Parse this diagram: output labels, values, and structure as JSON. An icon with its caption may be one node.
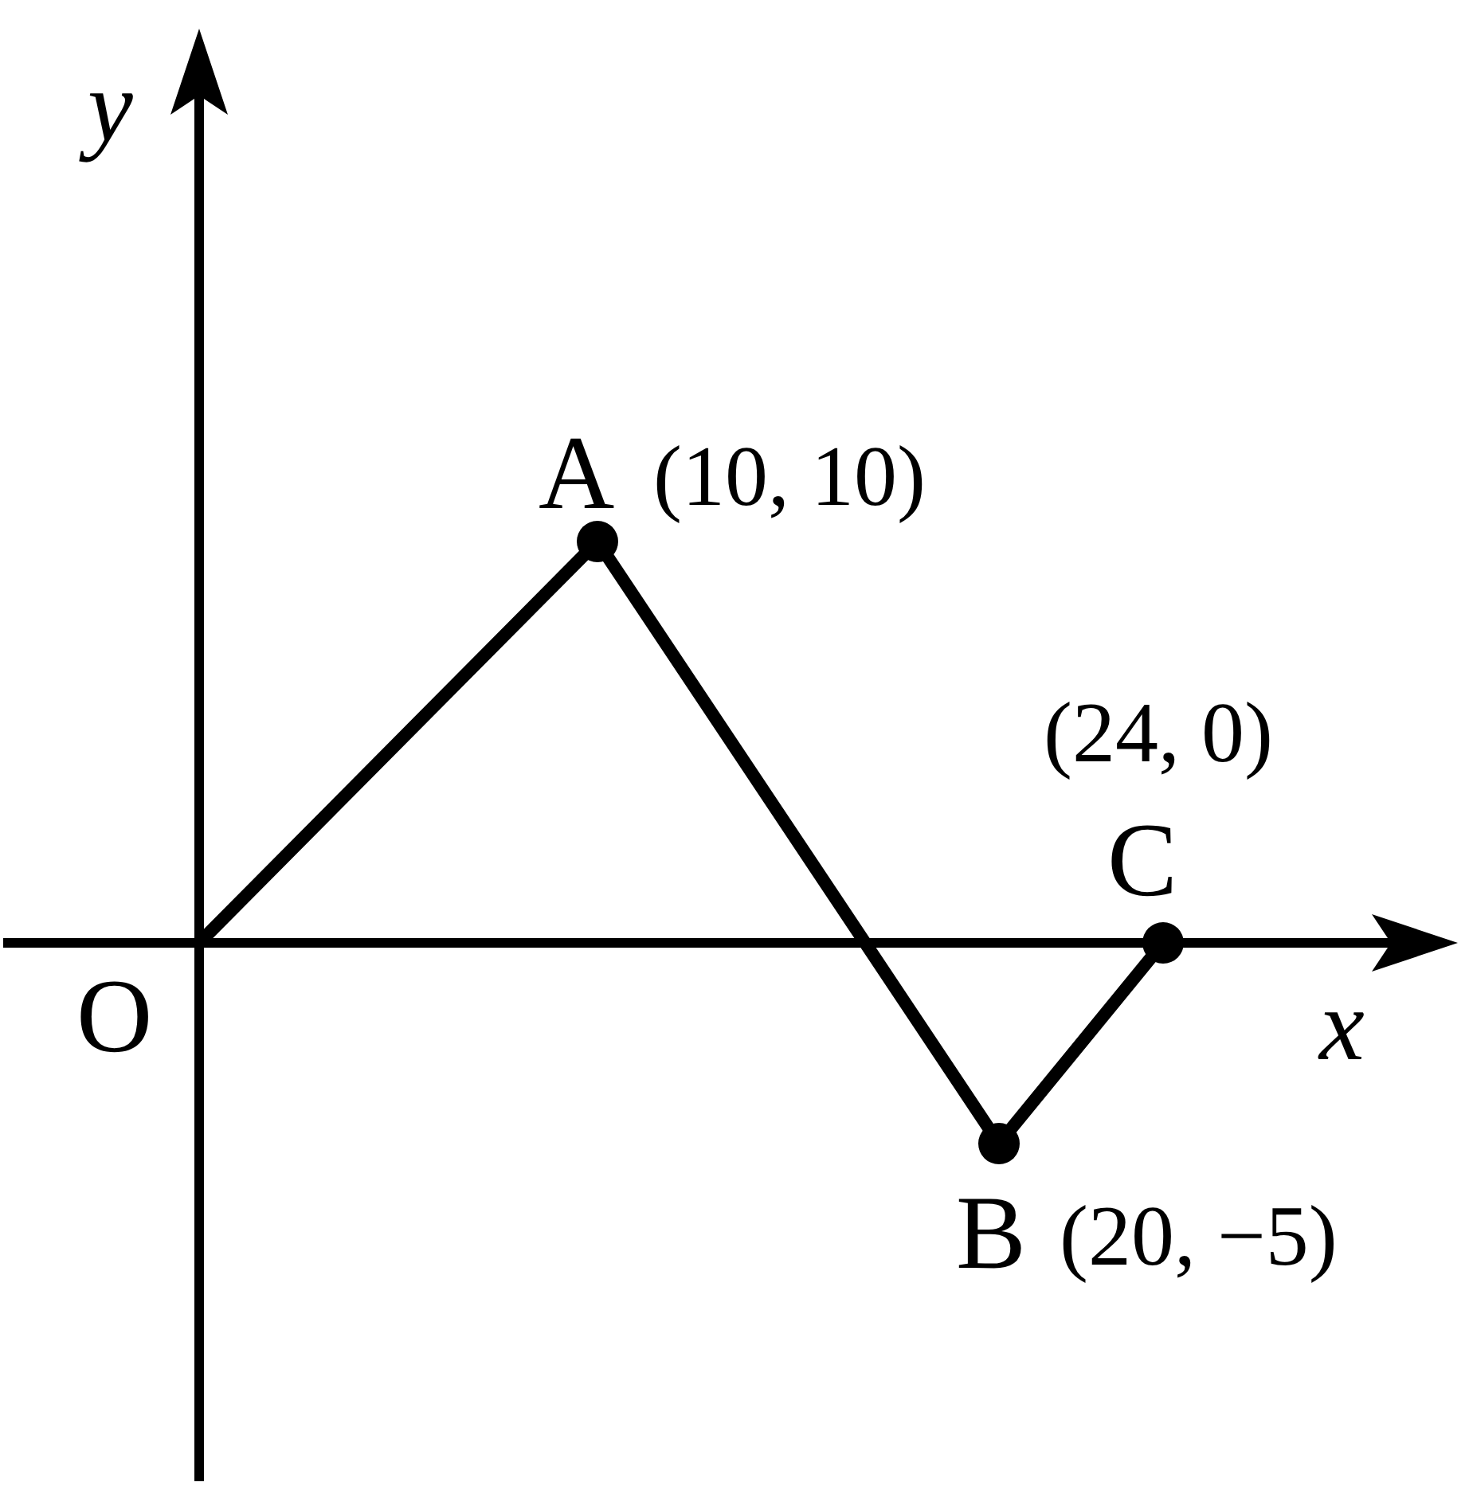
{
  "diagram": {
    "nodes": [
      {
        "text": [
          "O"
        ]
      },
      {
        "text": [
          "A"
        ],
        "beside": [
          "(10, 10)"
        ]
      },
      {
        "text": [
          "B"
        ],
        "beside": [
          "(20, −5)"
        ]
      },
      {
        "text": [
          "C"
        ],
        "beside": [
          "(24, 0)"
        ]
      }
    ],
    "edges": [
      {
        "from": 0,
        "to": 1,
        "arrow": "none"
      },
      {
        "from": 1,
        "to": 2,
        "arrow": "none"
      },
      {
        "from": 2,
        "to": 3,
        "arrow": "none"
      }
    ],
    "labels": [
      "y",
      "x"
    ]
  }
}
